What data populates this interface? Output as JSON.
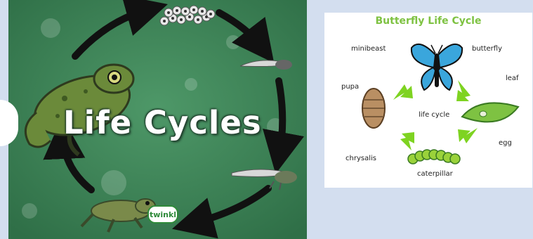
{
  "left_slide": {
    "title": "Life Cycles",
    "brand": "twinkl",
    "colors": {
      "background": "#3f8a5a",
      "arrow": "#111111",
      "frog": "#6b8a3a"
    }
  },
  "right_slide": {
    "title": "Butterfly Life Cycle",
    "labels": {
      "minibeast": "minibeast",
      "butterfly": "butterfly",
      "pupa": "pupa",
      "leaf": "leaf",
      "life_cycle": "life cycle",
      "egg": "egg",
      "chrysalis": "chrysalis",
      "caterpillar": "caterpillar"
    },
    "colors": {
      "title": "#7ec242",
      "arrow": "#7ed321",
      "wing": "#3aa6dc",
      "leaf": "#7ec242",
      "pupa": "#b98f63"
    }
  }
}
